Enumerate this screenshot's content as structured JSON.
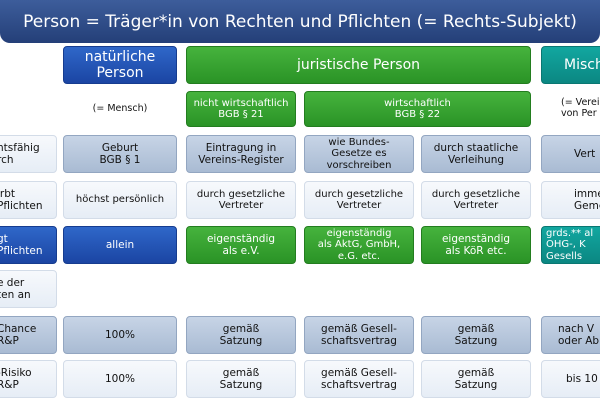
{
  "title": "Person = Träger*in von Rechten und Pflichten  (= Rechts-Subjekt)",
  "headers": {
    "natural": "natürliche\nPerson",
    "juristic": "juristische Person",
    "mixed": "Misch",
    "non_economic": "nicht wirtschaftlich\nBGB § 21",
    "economic": "wirtschaftlich\nBGB § 22"
  },
  "subheaders": {
    "natural": "(= Mensch)",
    "mixed": "(= Verei\nvon Per"
  },
  "row_labels": {
    "r1": "htsfähig\nrch",
    "r2": "irbt\nPflichten",
    "r3": "gt\nPflichten",
    "r4": "e der\nten an",
    "r5": "Chance\nR&P",
    "r6": "-Risiko\nR&P"
  },
  "cells": {
    "r1": [
      "Geburt\nBGB § 1",
      "Eintragung in\nVereins-Register",
      "wie Bundes-\nGesetze es\nvorschreiben",
      "durch staatliche\nVerleihung",
      "Vert"
    ],
    "r2": [
      "höchst persönlich",
      "durch gesetzliche\nVertreter",
      "durch gesetzliche\nVertreter",
      "durch gesetzliche\nVertreter",
      "imme\nGemein"
    ],
    "r3": [
      "allein",
      "eigenständig\nals e.V.",
      "eigenständig\nals AktG, GmbH,\ne.G. etc.",
      "eigenständig\nals KöR etc.",
      "grds.** al\nOHG-, K\nGesells"
    ],
    "r5": [
      "100%",
      "gemäß\nSatzung",
      "gemäß Gesell-\nschaftsvertrag",
      "gemäß\nSatzung",
      "nach V\noder Ab"
    ],
    "r6": [
      "100%",
      "gemäß\nSatzung",
      "gemäß Gesell-\nschaftsvertrag",
      "gemäß\nSatzung",
      "bis 10"
    ]
  }
}
